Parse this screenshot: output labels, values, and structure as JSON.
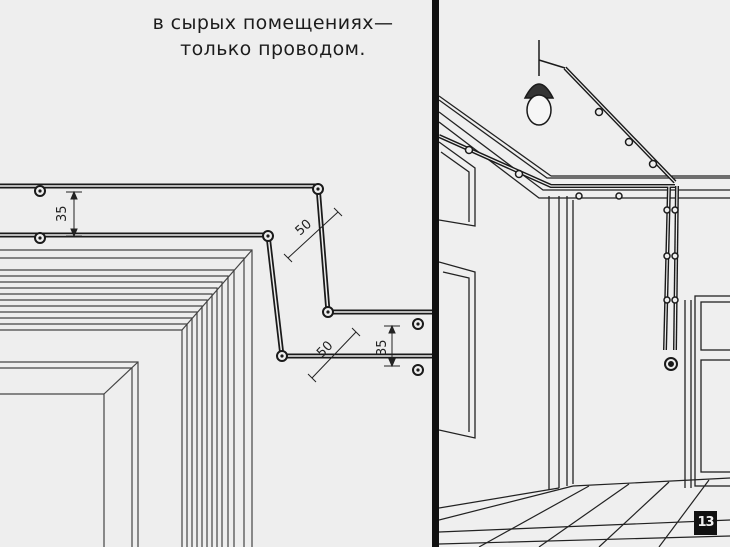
{
  "caption": {
    "line1": "в сырых помещениях—",
    "line2": "только проводом."
  },
  "dimensions": {
    "vertical_top": "35",
    "diagonal_top": "50",
    "diagonal_bottom": "50",
    "vertical_bottom": "35"
  },
  "frame_number": "13",
  "colors": {
    "background": "#eeeeee",
    "ink": "#1c1c1c",
    "divider": "#111111"
  }
}
